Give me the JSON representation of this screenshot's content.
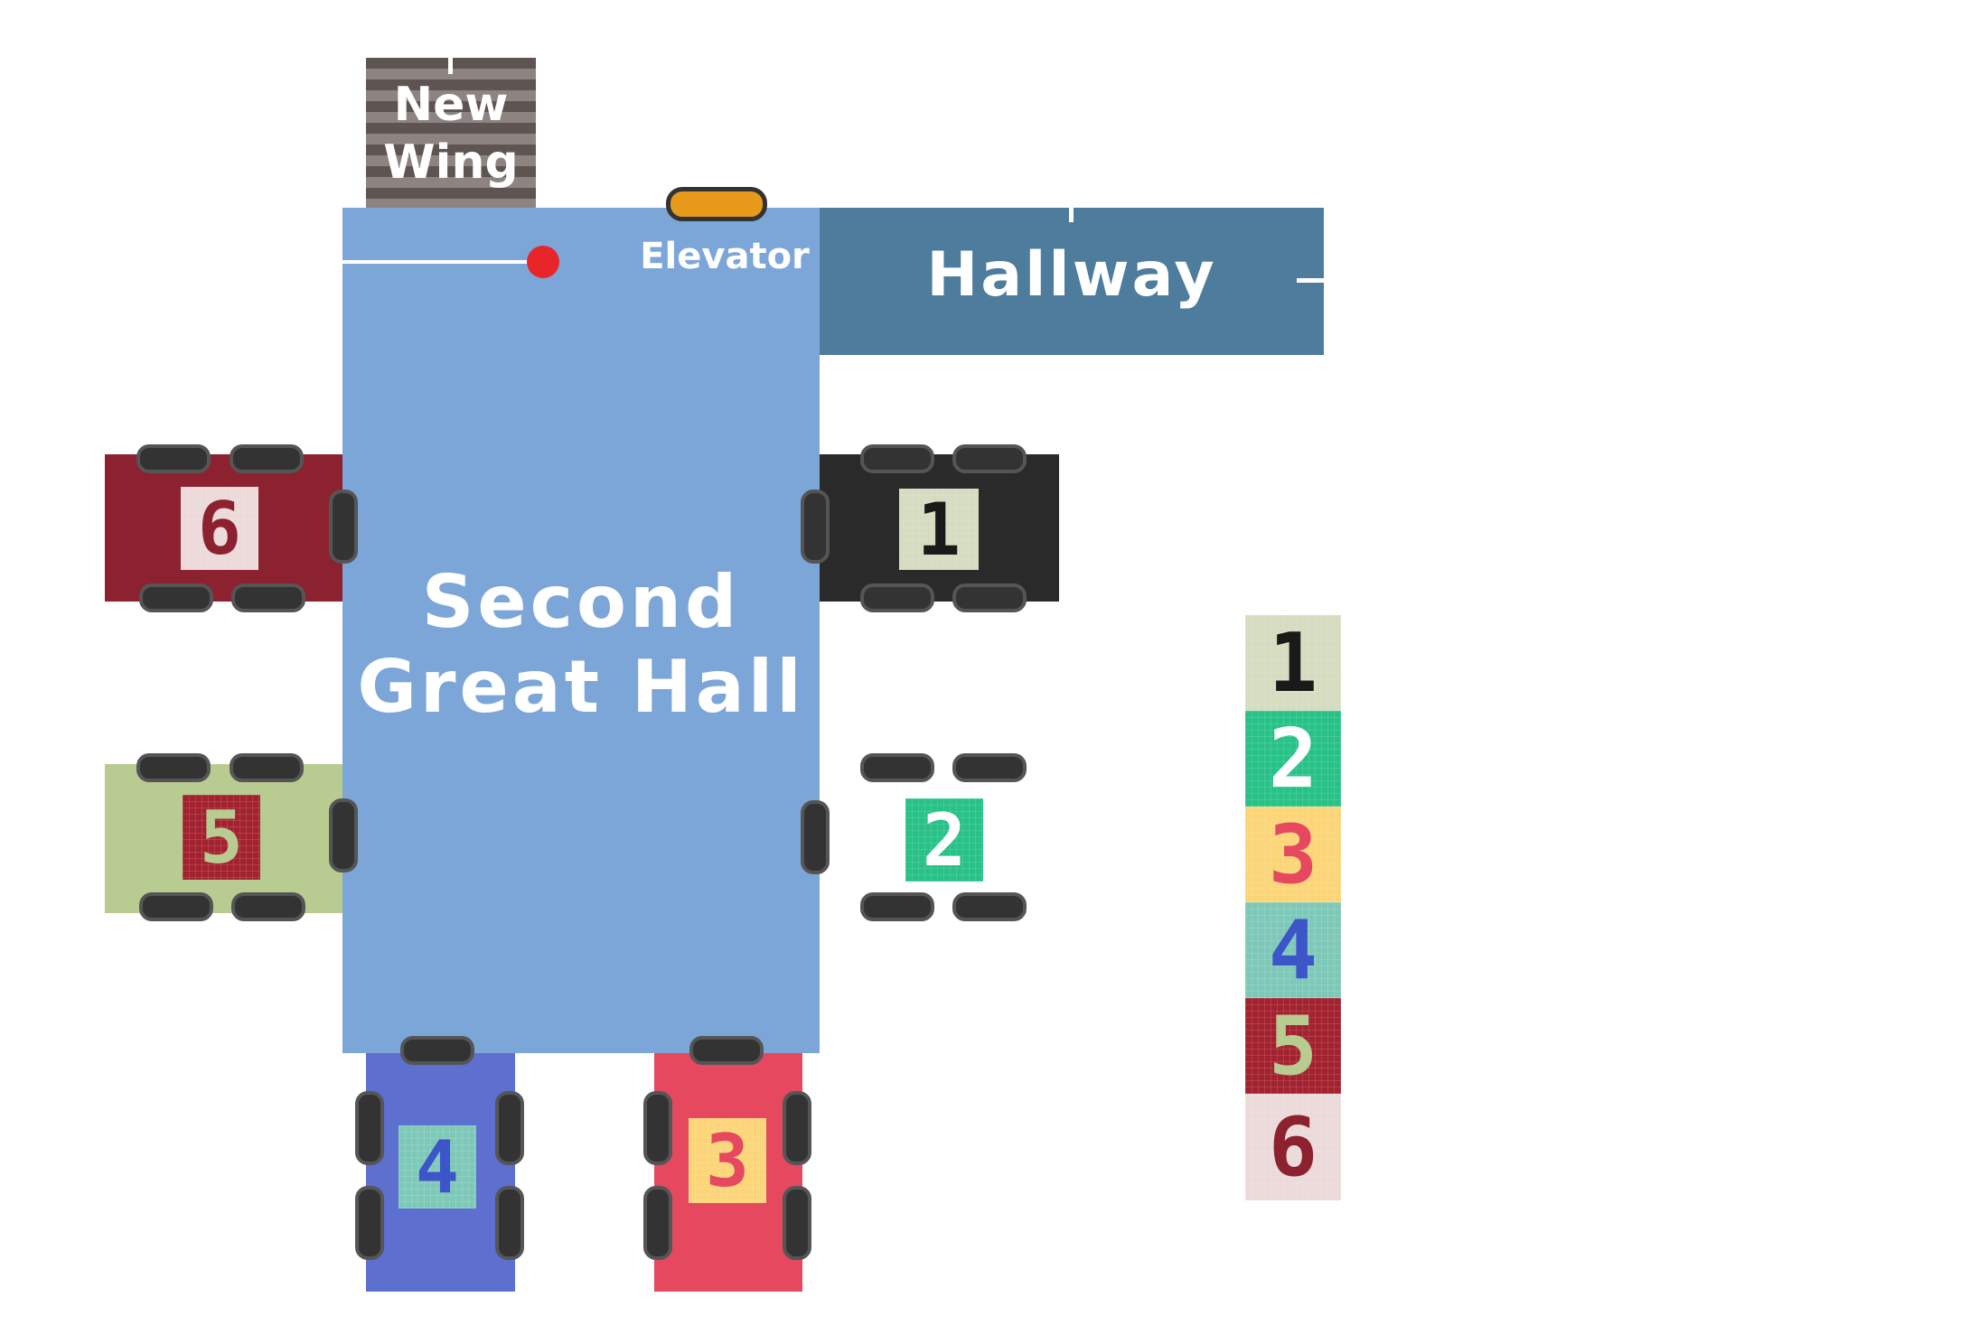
{
  "rooms": {
    "new_wing": {
      "label_line1": "New",
      "label_line2": "Wing",
      "color": "#8d8482",
      "stripe": "#5e5452"
    },
    "second_great_hall": {
      "label_line1": "Second",
      "label_line2": "Great Hall",
      "color": "#7da6d8"
    },
    "hallway": {
      "label": "Hallway",
      "color": "#4d7c9c"
    },
    "elevator": {
      "label": "Elevator",
      "color": "#e89b1a"
    }
  },
  "tables": [
    {
      "number": "1",
      "color": "#2a2a2a",
      "tile_color": "#d5dcc0",
      "text_color": "#1a1a1a"
    },
    {
      "number": "2",
      "color": "#ffffff",
      "tile_color": "#28c187",
      "text_color": "#ffffff"
    },
    {
      "number": "3",
      "color": "#e6485f",
      "tile_color": "#fbd578",
      "text_color": "#e6485f"
    },
    {
      "number": "4",
      "color": "#5d6fcf",
      "tile_color": "#7ec8b8",
      "text_color": "#3c55c8"
    },
    {
      "number": "5",
      "color": "#b8cc92",
      "tile_color": "#a3222f",
      "text_color": "#b8cc92"
    },
    {
      "number": "6",
      "color": "#8c2130",
      "tile_color": "#ebdad9",
      "text_color": "#8c2130"
    }
  ],
  "legend": [
    {
      "number": "1",
      "bg": "#d5dcc0",
      "fg": "#1a1a1a"
    },
    {
      "number": "2",
      "bg": "#28c187",
      "fg": "#ffffff"
    },
    {
      "number": "3",
      "bg": "#fbd578",
      "fg": "#e6485f"
    },
    {
      "number": "4",
      "bg": "#7ec8b8",
      "fg": "#3c55c8"
    },
    {
      "number": "5",
      "bg": "#a3222f",
      "fg": "#b8cc92"
    },
    {
      "number": "6",
      "bg": "#ebdad9",
      "fg": "#8c2130"
    }
  ],
  "marker_color": "#e8262a"
}
